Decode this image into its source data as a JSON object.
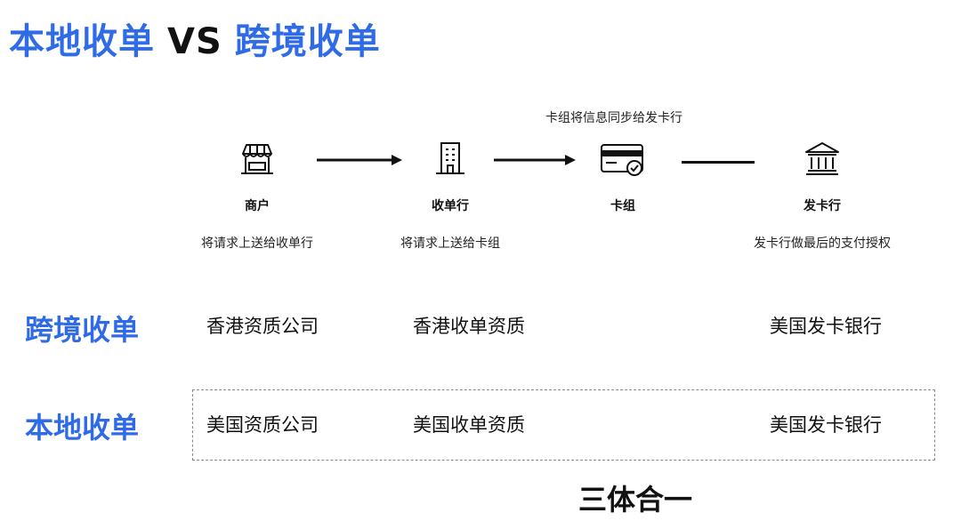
{
  "title": {
    "left": "本地收单",
    "vs": "VS",
    "right": "跨境收单"
  },
  "flow": {
    "top_note": "卡组将信息同步给发卡行",
    "nodes": [
      {
        "icon": "storefront-icon",
        "label": "商户",
        "desc": "将请求上送给收单行"
      },
      {
        "icon": "office-building-icon",
        "label": "收单行",
        "desc": "将请求上送给卡组"
      },
      {
        "icon": "credit-card-icon",
        "label": "卡组",
        "desc": ""
      },
      {
        "icon": "bank-icon",
        "label": "发卡行",
        "desc": "发卡行做最后的支付授权"
      }
    ]
  },
  "rows": [
    {
      "label": "跨境收单",
      "merchant": "香港资质公司",
      "acquirer": "香港收单资质",
      "issuer": "美国发卡银行"
    },
    {
      "label": "本地收单",
      "merchant": "美国资质公司",
      "acquirer": "美国收单资质",
      "issuer": "美国发卡银行"
    }
  ],
  "footer": "三体合一",
  "colors": {
    "accent": "#2f6be6",
    "text": "#111111",
    "dash": "#8a8a8a"
  }
}
